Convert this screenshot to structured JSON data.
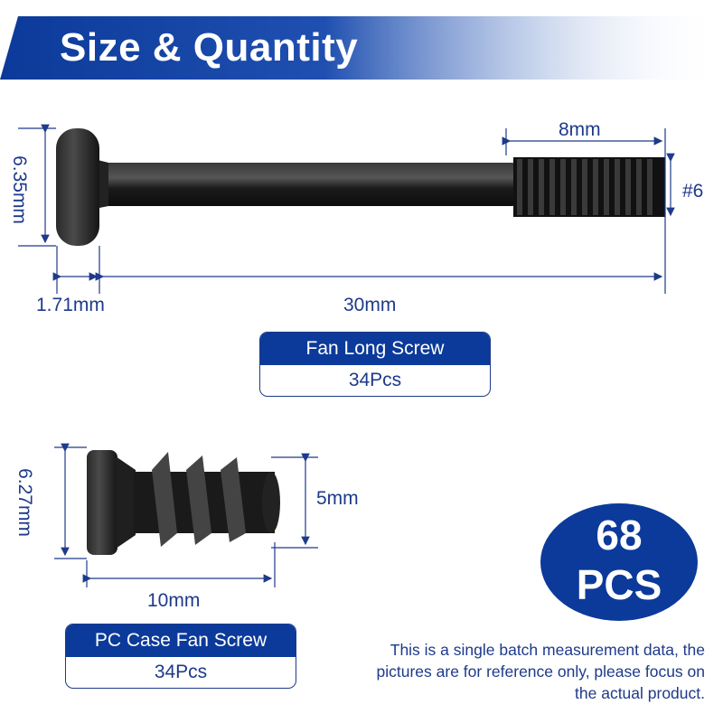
{
  "header": {
    "title": "Size & Quantity"
  },
  "long_screw": {
    "head_height": "6.35mm",
    "head_thickness": "1.71mm",
    "length": "30mm",
    "thread_length": "8mm",
    "thread_size": "#6",
    "name": "Fan Long Screw",
    "quantity": "34Pcs"
  },
  "case_screw": {
    "head_height": "6.27mm",
    "thread_diameter": "5mm",
    "length": "10mm",
    "name": "PC Case Fan Screw",
    "quantity": "34Pcs"
  },
  "total": {
    "number": "68",
    "unit": "PCS"
  },
  "disclaimer": "This is a single batch measurement data, the pictures are for reference only, please focus on the actual product.",
  "colors": {
    "brand_blue": "#0b3a9a",
    "dimension_blue": "#1e3a8a",
    "screw": "#1c1c1c"
  }
}
